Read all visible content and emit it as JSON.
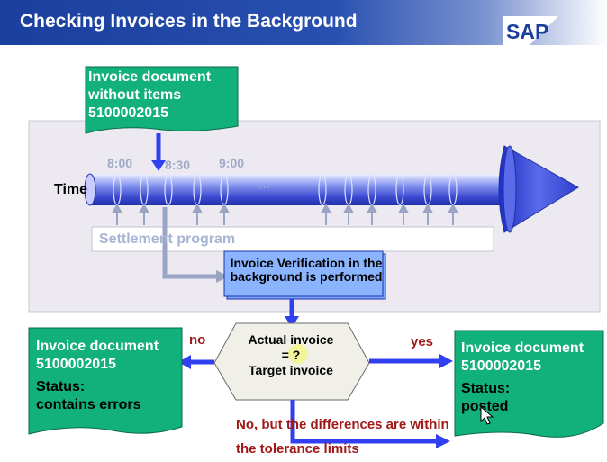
{
  "title": "Checking Invoices in the Background",
  "logo_text": "SAP",
  "top_note": [
    "Invoice document",
    "without items",
    "5100002015"
  ],
  "timeline": {
    "axis_label": "Time",
    "ticks": [
      "8:00",
      "8:30",
      "9:00"
    ],
    "ellipsis": "…"
  },
  "settlement_program": "Settlement program",
  "verification_box": "Invoice Verification in the background is performed",
  "decision": {
    "line1": "Actual invoice",
    "line2": "= ?",
    "line3": "Target invoice"
  },
  "branch_no": "no",
  "branch_yes": "yes",
  "branch_tolerance": "No, but the differences are within the tolerance limits",
  "result_left": {
    "title": "Invoice document",
    "number": "5100002015",
    "status_label": "Status:",
    "status_value": "contains errors"
  },
  "result_right": {
    "title": "Invoice document",
    "number": "5100002015",
    "status_label": "Status:",
    "status_value": "posted"
  },
  "colors": {
    "title_bar": "#1a3f9c",
    "note_green": "#12b07a",
    "arrow_blue": "#3040f0",
    "panel_gray": "#eceaf0",
    "highlight_text": "#a01818"
  }
}
